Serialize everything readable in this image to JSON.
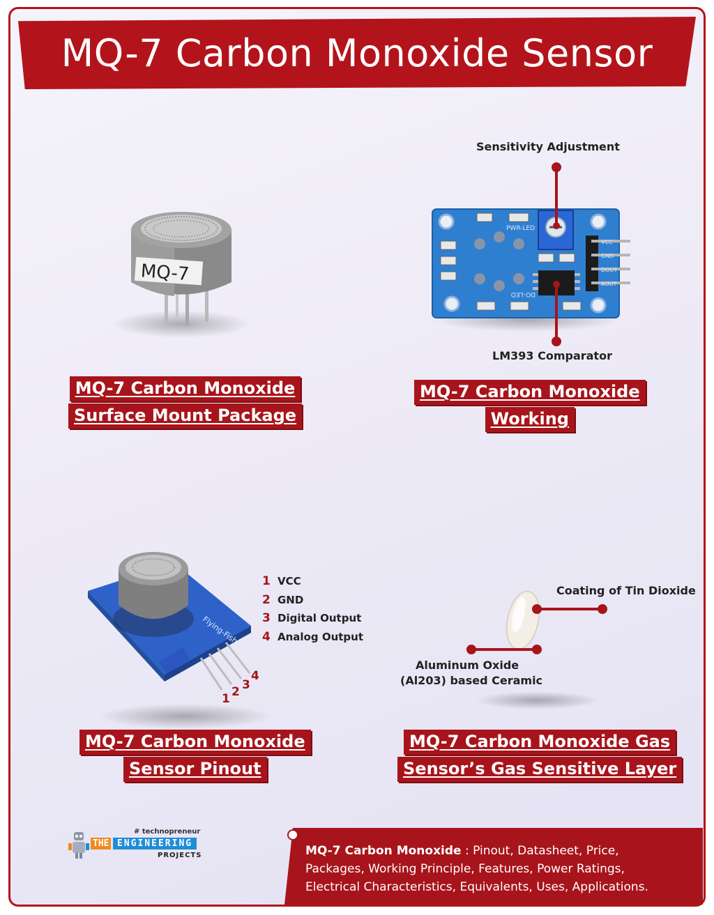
{
  "title": "MQ-7 Carbon Monoxide Sensor",
  "panels": {
    "smd": {
      "caption_line1": "MQ-7 Carbon Monoxide",
      "caption_line2": "Surface Mount Package",
      "sensor_label": "MQ-7"
    },
    "working": {
      "caption_line1": "MQ-7 Carbon Monoxide",
      "caption_line2": "Working",
      "label_top": "Sensitivity Adjustment",
      "label_bottom": "LM393 Comparator",
      "pcb_text1": "PWR-LED",
      "pcb_text2": "DO-LED",
      "pin_labels": [
        "VCC",
        "GND",
        "DOUT",
        "AOUT"
      ]
    },
    "pinout": {
      "caption_line1": "MQ-7 Carbon Monoxide",
      "caption_line2": "Sensor Pinout",
      "board_text": "Flying-Fish",
      "pins": [
        {
          "num": "1",
          "name": "VCC"
        },
        {
          "num": "2",
          "name": "GND"
        },
        {
          "num": "3",
          "name": "Digital Output"
        },
        {
          "num": "4",
          "name": "Analog Output"
        }
      ],
      "pin_digits": [
        "1",
        "2",
        "3",
        "4"
      ]
    },
    "layer": {
      "caption_line1": "MQ-7 Carbon Monoxide Gas",
      "caption_line2": "Sensor’s Gas Sensitive Layer",
      "label_coating": "Coating of Tin Dioxide",
      "label_ceramic_line1": "Aluminum Oxide",
      "label_ceramic_line2": "(Al203) based Ceramic"
    }
  },
  "logo": {
    "hashtag": "# technopreneur",
    "the": "THE",
    "engineering": "ENGINEERING",
    "projects": "PROJECTS"
  },
  "footer": {
    "bold": "MQ-7 Carbon Monoxide",
    "line1_rest": " : Pinout, Datasheet, Price,",
    "line2": "Packages, Working Principle, Features, Power Ratings,",
    "line3": "Electrical Characteristics, Equivalents, Uses, Applications."
  },
  "colors": {
    "accent": "#b3141b",
    "pcb_blue": "#2f7fd0"
  }
}
